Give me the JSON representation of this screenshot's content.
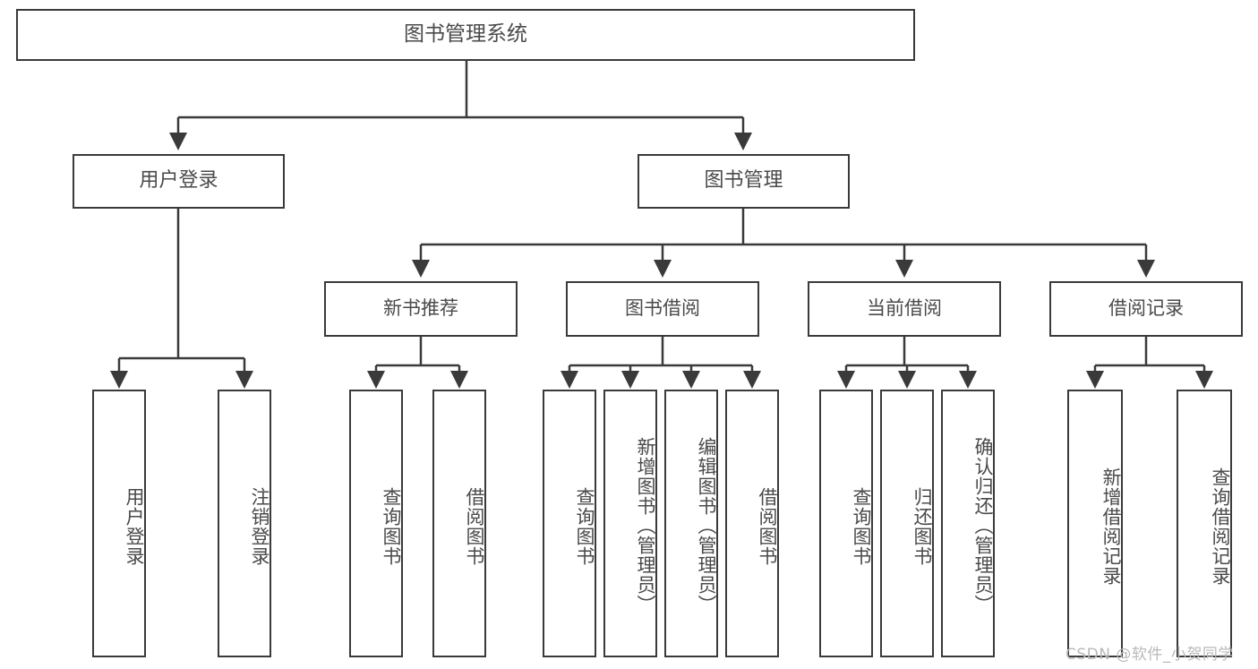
{
  "diagram": {
    "title": "图书管理系统",
    "type": "hierarchy-tree",
    "nodes": {
      "root": {
        "label": "图书管理系统"
      },
      "level2": [
        {
          "id": "user-login",
          "label": "用户登录"
        },
        {
          "id": "book-management",
          "label": "图书管理"
        }
      ],
      "level3": [
        {
          "id": "new-book-recommend",
          "label": "新书推荐"
        },
        {
          "id": "book-borrow",
          "label": "图书借阅"
        },
        {
          "id": "current-borrow",
          "label": "当前借阅"
        },
        {
          "id": "borrow-record",
          "label": "借阅记录"
        }
      ],
      "leaves": {
        "user-login": [
          {
            "id": "leaf-user-login",
            "label": "用户登录"
          },
          {
            "id": "leaf-logout-login",
            "label": "注销登录"
          }
        ],
        "new-book-recommend": [
          {
            "id": "leaf-query-book-1",
            "label": "查询图书"
          },
          {
            "id": "leaf-borrow-book-1",
            "label": "借阅图书"
          }
        ],
        "book-borrow": [
          {
            "id": "leaf-query-book-2",
            "label": "查询图书"
          },
          {
            "id": "leaf-add-book",
            "label": "新增图书（管理员）"
          },
          {
            "id": "leaf-edit-book",
            "label": "编辑图书（管理员）"
          },
          {
            "id": "leaf-borrow-book-2",
            "label": "借阅图书"
          }
        ],
        "current-borrow": [
          {
            "id": "leaf-query-book-3",
            "label": "查询图书"
          },
          {
            "id": "leaf-return-book",
            "label": "归还图书"
          },
          {
            "id": "leaf-confirm-return",
            "label": "确认归还（管理员）"
          }
        ],
        "borrow-record": [
          {
            "id": "leaf-add-record",
            "label": "新增借阅记录"
          },
          {
            "id": "leaf-query-record",
            "label": "查询借阅记录"
          }
        ]
      }
    },
    "colors": {
      "border": "#3a3a3a",
      "text": "#4a4a4a",
      "background": "#ffffff",
      "watermark": "#b9b9b9"
    }
  },
  "watermark": {
    "text": "CSDN @软件_小贺同学"
  }
}
